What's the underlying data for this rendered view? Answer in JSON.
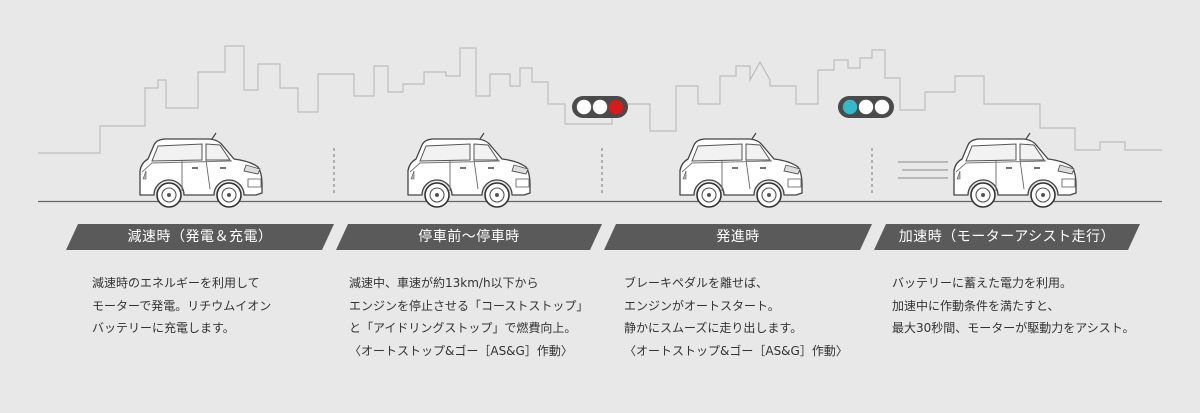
{
  "colors": {
    "background": "#e8e8e8",
    "tab": "#5a5a5a",
    "line": "#b9b9b9",
    "ground": "#666666",
    "signal_red": "#d81a1a",
    "signal_blue": "#35b8c8"
  },
  "icons": [
    "skyline-outline",
    "car-icon",
    "traffic-light-red-icon",
    "traffic-light-blue-icon",
    "speed-lines-icon"
  ],
  "stages": [
    {
      "title": "減速時（発電＆充電）",
      "description": "減速時のエネルギーを利用して\nモーターで発電。リチウムイオン\nバッテリーに充電します。"
    },
    {
      "title": "停車前〜停車時",
      "description": "減速中、車速が約13km/h以下から\nエンジンを停止させる「コーストストップ」\nと「アイドリングストップ」で燃費向上。\n〈オートストップ&ゴー［AS&G］作動〉"
    },
    {
      "title": "発進時",
      "description": "ブレーキペダルを離せば、\nエンジンがオートスタート。\n静かにスムーズに走り出します。\n〈オートストップ&ゴー［AS&G］作動〉"
    },
    {
      "title": "加速時（モーターアシスト走行）",
      "description": "バッテリーに蓄えた電力を利用。\n加速中に作動条件を満たすと、\n最大30秒間、モーターが駆動力をアシスト。"
    }
  ]
}
